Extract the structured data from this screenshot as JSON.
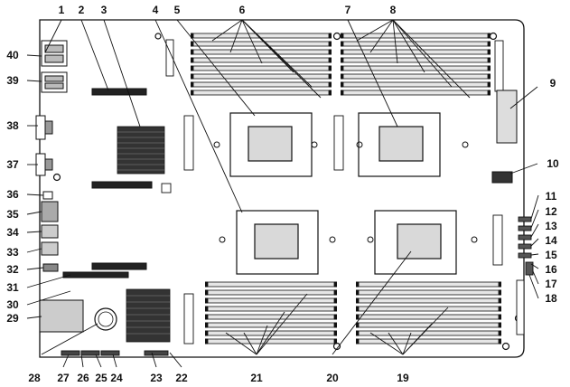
{
  "callouts": {
    "top": [
      "1",
      "2",
      "3",
      "4",
      "5",
      "6",
      "7",
      "8"
    ],
    "right": [
      "9",
      "10",
      "11",
      "12",
      "13",
      "14",
      "15",
      "16",
      "17",
      "18"
    ],
    "bottom": [
      "19",
      "20",
      "21",
      "22",
      "23",
      "24",
      "25",
      "26",
      "27",
      "28"
    ],
    "left": [
      "29",
      "30",
      "31",
      "32",
      "33",
      "34",
      "35",
      "36",
      "37",
      "38",
      "39",
      "40"
    ]
  },
  "colors": {
    "line": "#111111",
    "board_fill": "#ffffff",
    "socket_fill": "#d9d9d9",
    "dimm_fill": "#e6e6e6",
    "heatsink_fill": "#222222"
  }
}
